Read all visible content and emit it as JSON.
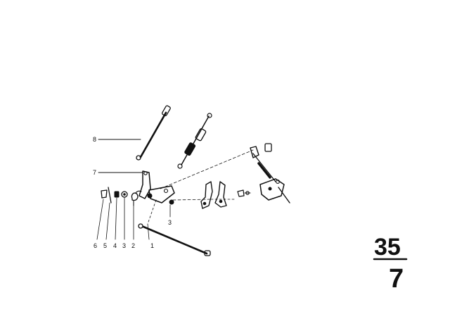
{
  "callouts": {
    "c8": "8",
    "c7": "7",
    "c3_mid": "3",
    "c6": "6",
    "c5": "5",
    "c4": "4",
    "c3": "3",
    "c2": "2",
    "c1": "1"
  },
  "group_code": {
    "top": "35",
    "bottom": "7"
  }
}
